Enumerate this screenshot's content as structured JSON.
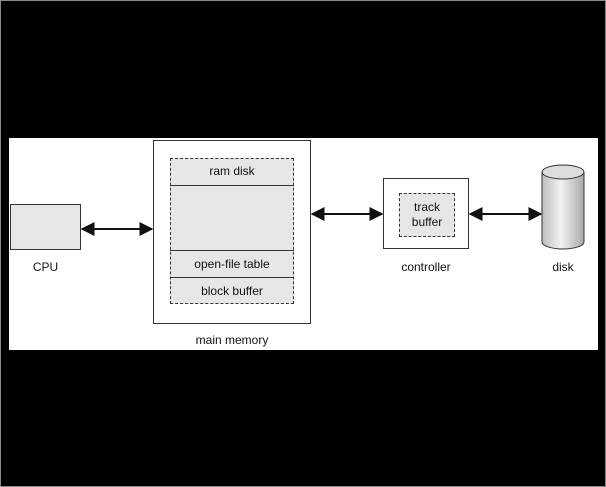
{
  "nodes": {
    "cpu": {
      "label": "CPU"
    },
    "main_memory": {
      "label": "main memory",
      "regions": {
        "ram_disk": "ram disk",
        "open_file_table": "open-file table",
        "block_buffer": "block buffer"
      }
    },
    "controller": {
      "label": "controller",
      "track_buffer_line1": "track",
      "track_buffer_line2": "buffer"
    },
    "disk": {
      "label": "disk"
    }
  },
  "connections": [
    {
      "from": "cpu",
      "to": "main memory",
      "style": "bidirectional"
    },
    {
      "from": "main memory",
      "to": "controller",
      "style": "bidirectional"
    },
    {
      "from": "controller",
      "to": "disk",
      "style": "bidirectional"
    }
  ],
  "colors": {
    "background": "#000000",
    "panel": "#ffffff",
    "box_fill": "#e6e6e6",
    "stroke": "#333333"
  }
}
